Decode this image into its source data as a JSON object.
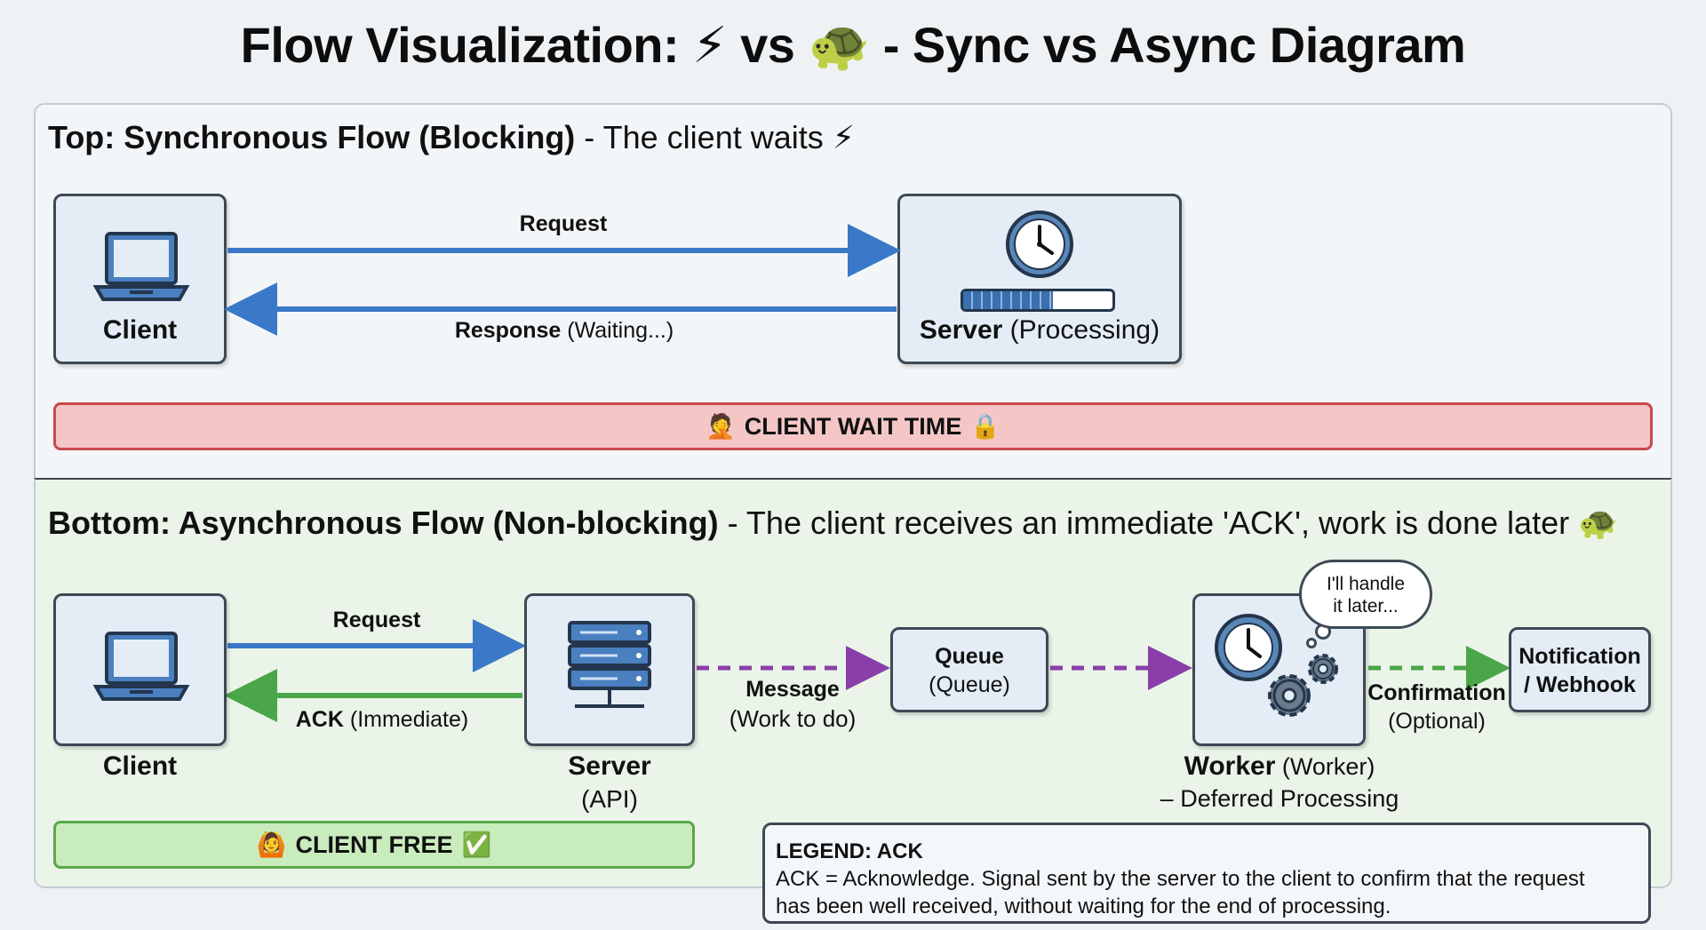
{
  "title": "Flow Visualization: ⚡ vs 🐢 - Sync vs Async Diagram",
  "sync": {
    "heading_bold": "Top: Synchronous Flow (Blocking)",
    "heading_rest": " - The client waits ⚡",
    "client_label": "Client",
    "server_label_bold": "Server",
    "server_label_rest": " (Processing)",
    "request_label": "Request",
    "response_label_bold": "Response",
    "response_label_rest": " (Waiting...)",
    "progress": 0.6,
    "wait_bar_icon": "🤦",
    "wait_bar_text": "CLIENT WAIT TIME",
    "wait_bar_lock": "🔒"
  },
  "async": {
    "heading_bold": "Bottom: Asynchronous Flow (Non-blocking)",
    "heading_rest": " - The client receives an immediate 'ACK', work is done later 🐢",
    "client_label": "Client",
    "server_label": "Server",
    "server_sub": "(API)",
    "request_label": "Request",
    "ack_label_bold": "ACK",
    "ack_label_rest": " (Immediate)",
    "message_label": "Message",
    "message_sub": "(Work to do)",
    "queue_label": "Queue",
    "queue_sub": "(Queue)",
    "bubble_line1": "I'll handle",
    "bubble_line2": "it later...",
    "worker_label_bold": "Worker",
    "worker_label_rest": " (Worker)",
    "worker_sub": "– Deferred Processing",
    "confirmation_label": "Confirmation",
    "confirmation_sub": "(Optional)",
    "notification_line1": "Notification",
    "notification_line2": "/ Webhook",
    "free_bar_icon": "🙆",
    "free_bar_text": "CLIENT FREE",
    "free_bar_check": "✅"
  },
  "legend": {
    "title": "LEGEND: ACK",
    "line1": "ACK = Acknowledge. Signal sent by the server to the client to confirm that the request",
    "line2": "has been well received, without waiting for the end of processing."
  },
  "colors": {
    "request_arrow": "#3a78c8",
    "ack_arrow": "#4aa648",
    "message_arrow": "#8a3fa8",
    "confirmation_arrow": "#4aa648",
    "wait_bar": "#f5c6c6",
    "free_bar": "#c9ecbd"
  },
  "icons": {
    "client": "laptop-icon",
    "sync_server": "clock-icon",
    "async_server": "server-rack-icon",
    "worker": "clock-gears-icon"
  }
}
